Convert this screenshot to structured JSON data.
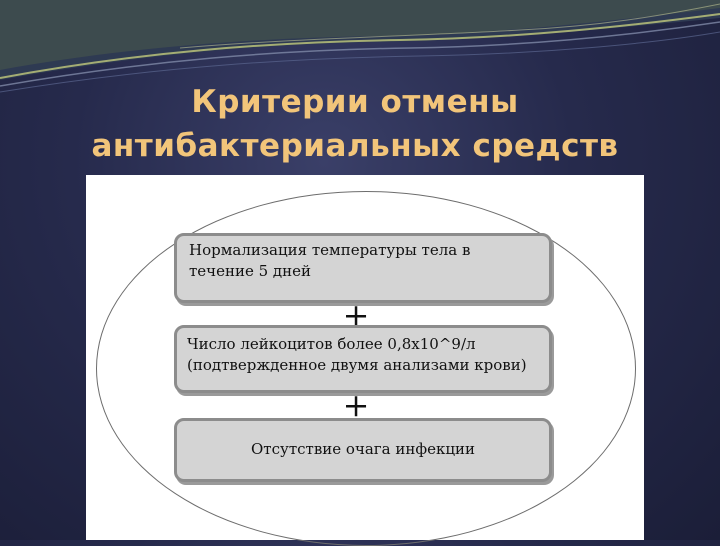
{
  "slide": {
    "title_line1": "Критерии отмены",
    "title_line2": "антибактериальных средств"
  },
  "diagram": {
    "criteria": [
      {
        "lines": [
          "Нормализация температуры тела в",
          "течение 5 дней"
        ]
      },
      {
        "lines": [
          "Число лейкоцитов более 0,8х10^9/л",
          "(подтвержденное двумя анализами крови)"
        ]
      },
      {
        "lines": [
          "Отсутствие очага инфекции"
        ]
      }
    ],
    "connector": "+"
  }
}
